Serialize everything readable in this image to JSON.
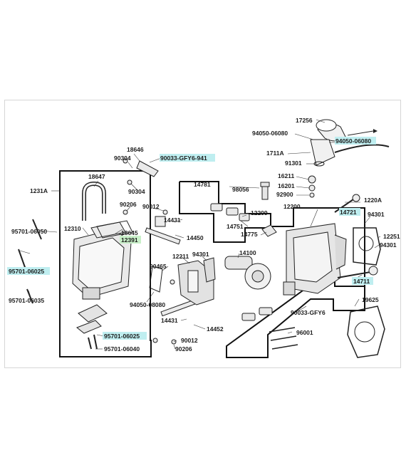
{
  "diagram": {
    "labels": [
      {
        "id": "p17256",
        "text": "17256",
        "hl": false
      },
      {
        "id": "p94050_06080a",
        "text": "94050-06080",
        "hl": false
      },
      {
        "id": "p94050_06080b",
        "text": "94050-06080",
        "hl": true
      },
      {
        "id": "p1711A",
        "text": "1711A",
        "hl": false
      },
      {
        "id": "p91301",
        "text": "91301",
        "hl": false
      },
      {
        "id": "p18646",
        "text": "18646",
        "hl": false
      },
      {
        "id": "p90304a",
        "text": "90304",
        "hl": false
      },
      {
        "id": "p90033_gfy6_941",
        "text": "90033-GFY6-941",
        "hl": true
      },
      {
        "id": "p90304b",
        "text": "90304",
        "hl": false
      },
      {
        "id": "p18647",
        "text": "18647",
        "hl": false
      },
      {
        "id": "p1231A",
        "text": "1231A",
        "hl": false
      },
      {
        "id": "p90206a",
        "text": "90206",
        "hl": false
      },
      {
        "id": "p90012a",
        "text": "90012",
        "hl": false
      },
      {
        "id": "p14781",
        "text": "14781",
        "hl": false
      },
      {
        "id": "p98056",
        "text": "98056",
        "hl": false
      },
      {
        "id": "p16211",
        "text": "16211",
        "hl": false
      },
      {
        "id": "p16201",
        "text": "16201",
        "hl": false
      },
      {
        "id": "p92900",
        "text": "92900",
        "hl": false
      },
      {
        "id": "p1220A",
        "text": "1220A",
        "hl": false
      },
      {
        "id": "p12200",
        "text": "12200",
        "hl": false
      },
      {
        "id": "p12209",
        "text": "12209",
        "hl": false
      },
      {
        "id": "p14721",
        "text": "14721",
        "hl": true
      },
      {
        "id": "p94301a",
        "text": "94301",
        "hl": false
      },
      {
        "id": "p12251",
        "text": "12251",
        "hl": false
      },
      {
        "id": "p94301b",
        "text": "94301",
        "hl": false
      },
      {
        "id": "p95701_06050",
        "text": "95701-06050",
        "hl": false
      },
      {
        "id": "p12310",
        "text": "12310",
        "hl": false
      },
      {
        "id": "p14431a",
        "text": "14431",
        "hl": false
      },
      {
        "id": "p14751",
        "text": "14751",
        "hl": false
      },
      {
        "id": "p14775",
        "text": "14775",
        "hl": false
      },
      {
        "id": "p18645",
        "text": "18645",
        "hl": false
      },
      {
        "id": "p12391",
        "text": "12391",
        "hl": "green"
      },
      {
        "id": "p14450",
        "text": "14450",
        "hl": false
      },
      {
        "id": "p14100",
        "text": "14100",
        "hl": false
      },
      {
        "id": "p12211",
        "text": "12211",
        "hl": false
      },
      {
        "id": "p94301c",
        "text": "94301",
        "hl": false
      },
      {
        "id": "p95701_06025a",
        "text": "95701-06025",
        "hl": true
      },
      {
        "id": "p90465",
        "text": "90465",
        "hl": false
      },
      {
        "id": "p14711",
        "text": "14711",
        "hl": true
      },
      {
        "id": "p95701_06035",
        "text": "95701-06035",
        "hl": false
      },
      {
        "id": "p94050_08080",
        "text": "94050-08080",
        "hl": false
      },
      {
        "id": "p19625",
        "text": "19625",
        "hl": false
      },
      {
        "id": "p14431b",
        "text": "14431",
        "hl": false
      },
      {
        "id": "p14452",
        "text": "14452",
        "hl": false
      },
      {
        "id": "p90033_gfy6",
        "text": "90033-GFY6",
        "hl": false
      },
      {
        "id": "p95701_06025b",
        "text": "95701-06025",
        "hl": true
      },
      {
        "id": "p90012b",
        "text": "90012",
        "hl": false
      },
      {
        "id": "p96001",
        "text": "96001",
        "hl": false
      },
      {
        "id": "p95701_06040",
        "text": "95701-06040",
        "hl": false
      },
      {
        "id": "p90206b",
        "text": "90206",
        "hl": false
      }
    ]
  }
}
